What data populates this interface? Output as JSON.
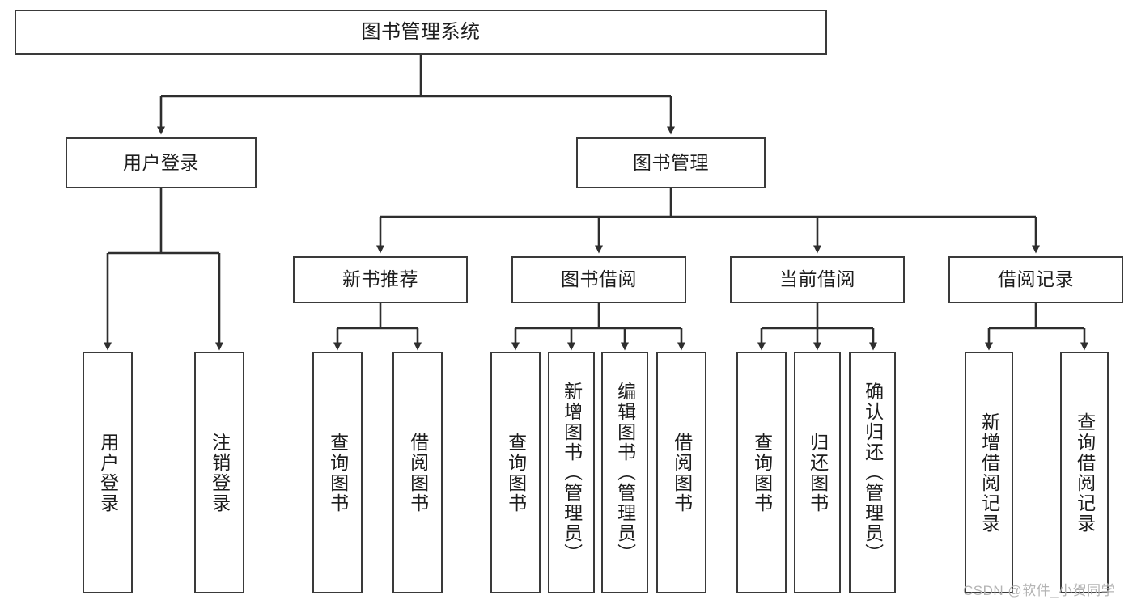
{
  "diagram": {
    "title": "图书管理系统",
    "type": "hierarchy-tree",
    "colors": {
      "box_border": "#3a3a3a",
      "box_fill": "#ffffff",
      "connector": "#2e2e2e",
      "text": "#1d1d1d",
      "watermark": "#b4b4b4"
    },
    "levels": {
      "root": {
        "label": "图书管理系统"
      },
      "level2": [
        {
          "label": "用户登录"
        },
        {
          "label": "图书管理"
        }
      ],
      "level3": [
        {
          "label": "新书推荐"
        },
        {
          "label": "图书借阅"
        },
        {
          "label": "当前借阅"
        },
        {
          "label": "借阅记录"
        }
      ],
      "leaves": {
        "user_login": [
          {
            "label": "用户登录"
          },
          {
            "label": "注销登录"
          }
        ],
        "new_book_recommend": [
          {
            "label": "查询图书"
          },
          {
            "label": "借阅图书"
          }
        ],
        "book_borrow": [
          {
            "label": "查询图书"
          },
          {
            "label": "新增图书（管理员）"
          },
          {
            "label": "编辑图书（管理员）"
          },
          {
            "label": "借阅图书"
          }
        ],
        "current_borrow": [
          {
            "label": "查询图书"
          },
          {
            "label": "归还图书"
          },
          {
            "label": "确认归还（管理员）"
          }
        ],
        "borrow_record": [
          {
            "label": "新增借阅记录"
          },
          {
            "label": "查询借阅记录"
          }
        ]
      }
    }
  },
  "watermark": {
    "text": "CSDN @软件_小贺同学"
  }
}
